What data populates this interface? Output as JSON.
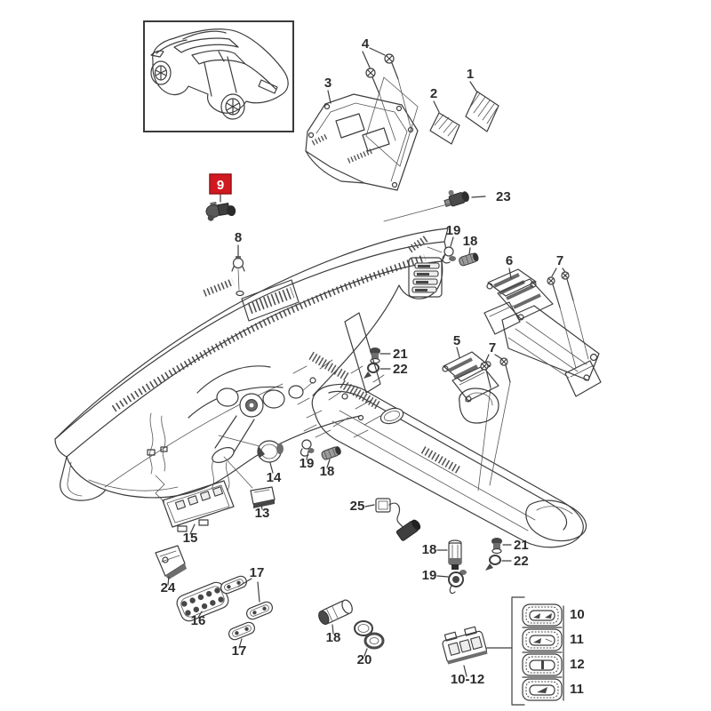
{
  "diagram": {
    "highlight": {
      "part": "9",
      "bg": "#d01920",
      "border": "#9a1014",
      "fg": "#ffffff"
    },
    "line_color": "#3d3d3d",
    "callouts": {
      "part1": "1",
      "part2": "2",
      "part3": "3",
      "part4": "4",
      "part5": "5",
      "part6": "6",
      "part7_top": "7",
      "part7_mid": "7",
      "part8": "8",
      "part9": "9",
      "part10": "10",
      "part11_a": "11",
      "part12": "12",
      "part11_b": "11",
      "part10_12": "10-12",
      "part13": "13",
      "part14": "14",
      "part15": "15",
      "part16": "16",
      "part17_a": "17",
      "part17_b": "17",
      "part18_a": "18",
      "part18_b": "18",
      "part18_c": "18",
      "part18_d": "18",
      "part19_a": "19",
      "part19_b": "19",
      "part19_c": "19",
      "part20": "20",
      "part21_a": "21",
      "part21_b": "21",
      "part22_a": "22",
      "part22_b": "22",
      "part23": "23",
      "part24": "24",
      "part25": "25"
    }
  }
}
